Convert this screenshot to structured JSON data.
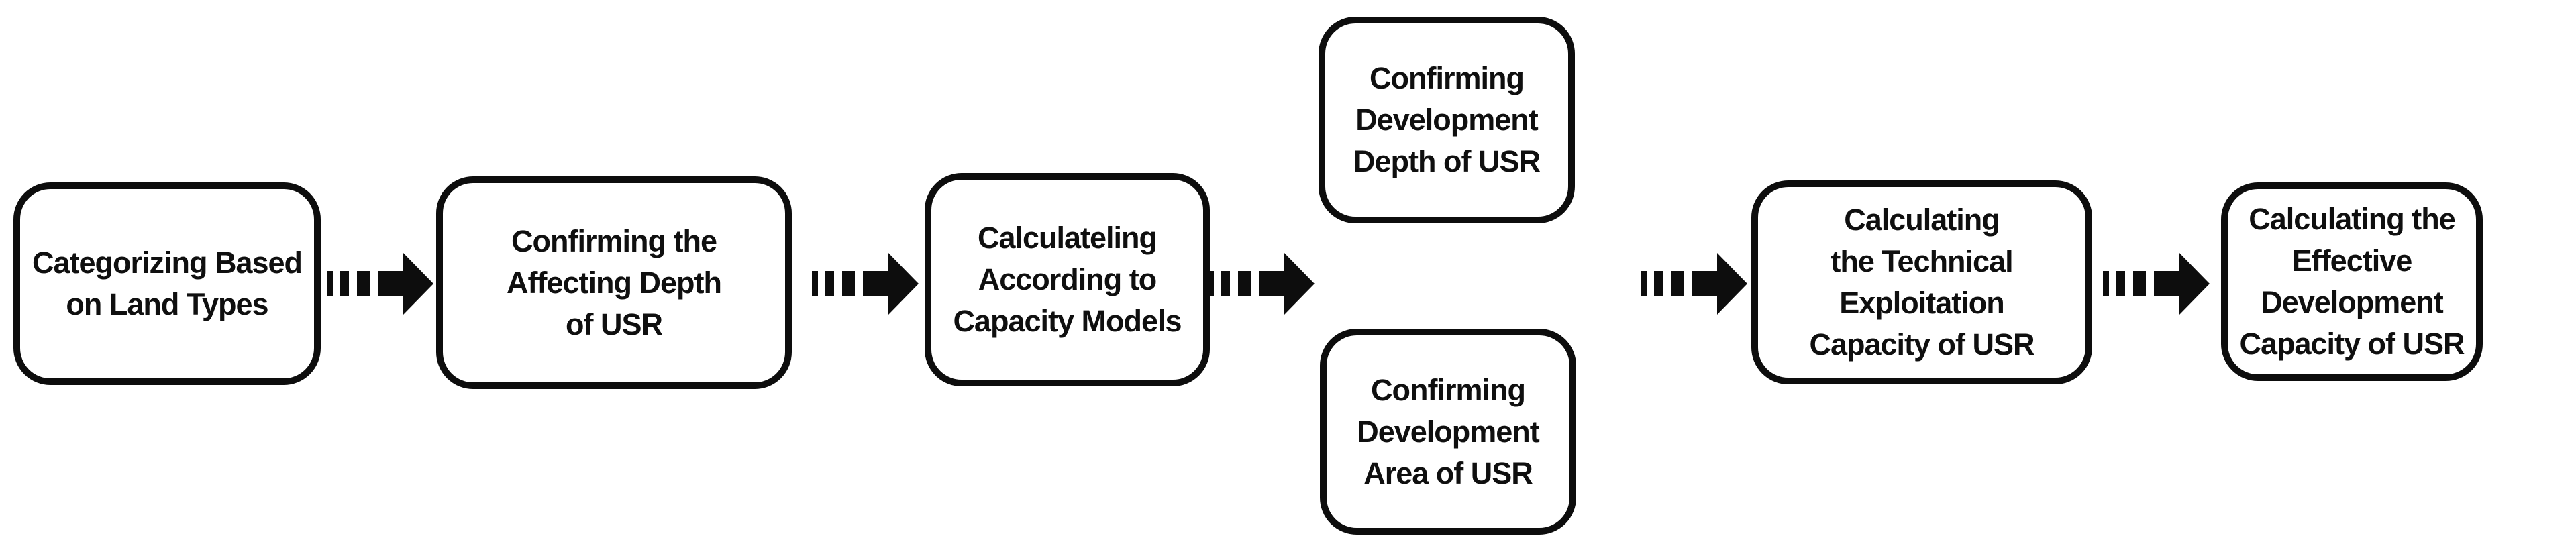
{
  "flowchart": {
    "background_color": "#ffffff",
    "ink_color": "#0d0d0d",
    "connector_icon": "striped-right-arrow",
    "nodes": [
      {
        "text": "Categorizing Based\non Land Types"
      },
      {
        "text": "Confirming the\nAffecting Depth\nof USR"
      },
      {
        "text": "Calculateling\nAccording to\nCapacity Models"
      },
      {
        "text": "Confirming\nDevelopment\nDepth of USR"
      },
      {
        "text": "Confirming\nDevelopment\nArea of USR"
      },
      {
        "text": "Calculating\nthe Technical\nExploitation\nCapacity of USR"
      },
      {
        "text": "Calculating the\nEffective\nDevelopment\nCapacity of USR"
      }
    ]
  }
}
